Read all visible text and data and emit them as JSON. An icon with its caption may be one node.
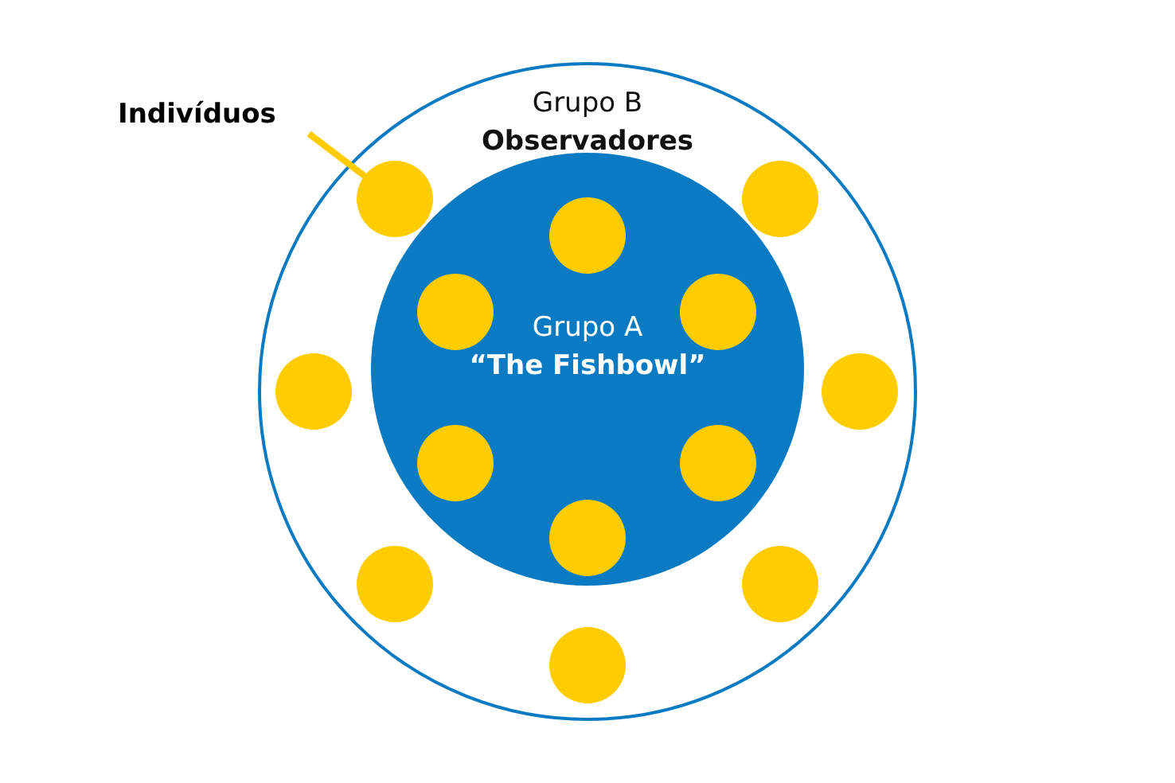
{
  "diagram": {
    "nodes": [
      {
        "text": [
          "Indivíduos"
        ]
      },
      {
        "text": [
          "Grupo B",
          "Observadores"
        ]
      },
      {
        "text": [
          "Grupo A",
          "“The Fishbowl”"
        ],
        "in": 1
      },
      {
        "text": [],
        "shape": "circle",
        "in": 1
      },
      {
        "text": [],
        "shape": "circle",
        "in": 1
      },
      {
        "text": [],
        "shape": "circle",
        "in": 2
      },
      {
        "text": [],
        "shape": "circle",
        "in": 2
      },
      {
        "text": [],
        "shape": "circle",
        "in": 2
      },
      {
        "text": [],
        "shape": "circle",
        "in": 1
      },
      {
        "text": [],
        "shape": "circle",
        "in": 1
      },
      {
        "text": [],
        "shape": "circle",
        "in": 2
      },
      {
        "text": [],
        "shape": "circle",
        "in": 2
      },
      {
        "text": [],
        "shape": "circle",
        "in": 2
      },
      {
        "text": [],
        "shape": "circle",
        "in": 1
      },
      {
        "text": [],
        "shape": "circle",
        "in": 1
      },
      {
        "text": [],
        "shape": "circle",
        "in": 1
      }
    ],
    "edges": [
      {
        "from": 0,
        "to": 3,
        "arrow": "none"
      }
    ]
  }
}
